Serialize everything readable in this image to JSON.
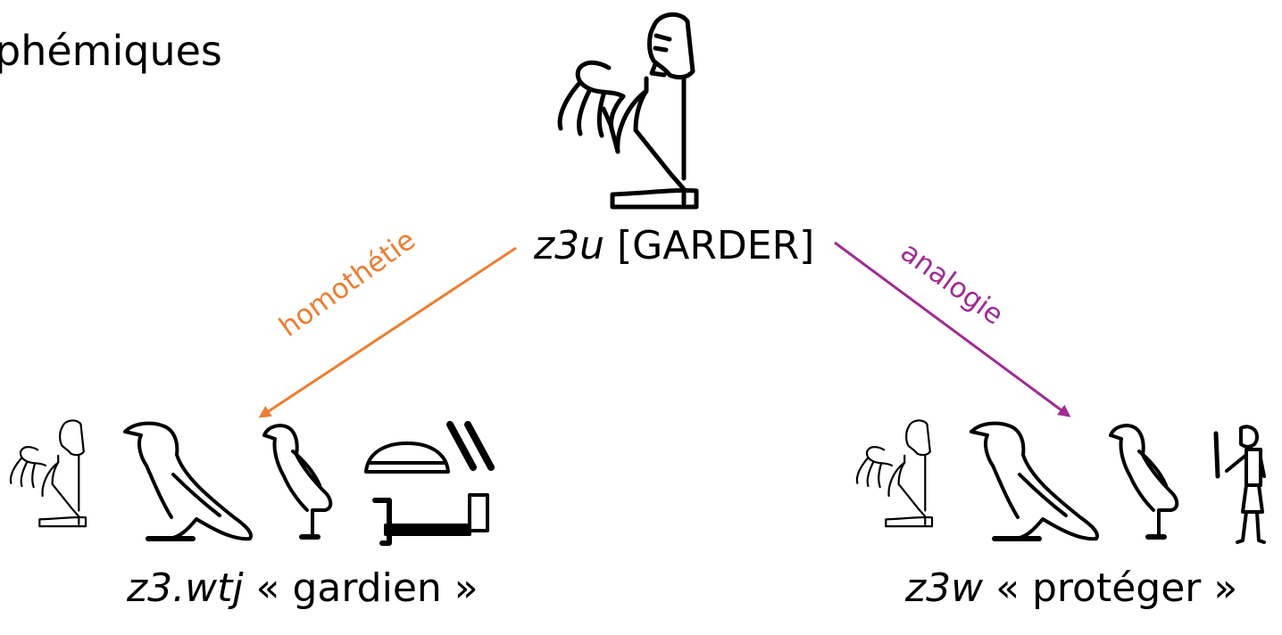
{
  "title_fragment": "phémiques",
  "root": {
    "translit": "z3u",
    "gloss": "[GARDER]"
  },
  "left": {
    "relation": "homothétie",
    "translit": "z3.wtj",
    "gloss": "« gardien »"
  },
  "right": {
    "relation": "analogie",
    "translit": "z3w",
    "gloss": "« protéger »"
  },
  "colors": {
    "homothetie": "#ED7D31",
    "analogie": "#A02B93",
    "ink": "#000000"
  },
  "glyphs": {
    "root": [
      "seated-man-holding-rope-icon"
    ],
    "left": [
      "seated-man-holding-rope-icon",
      "vulture-icon",
      "falcon-bird-icon",
      "bread-loaf-icon",
      "double-stroke-icon",
      "bed-icon"
    ],
    "right": [
      "seated-man-holding-rope-icon",
      "vulture-icon",
      "falcon-bird-icon",
      "man-with-stick-icon"
    ]
  }
}
